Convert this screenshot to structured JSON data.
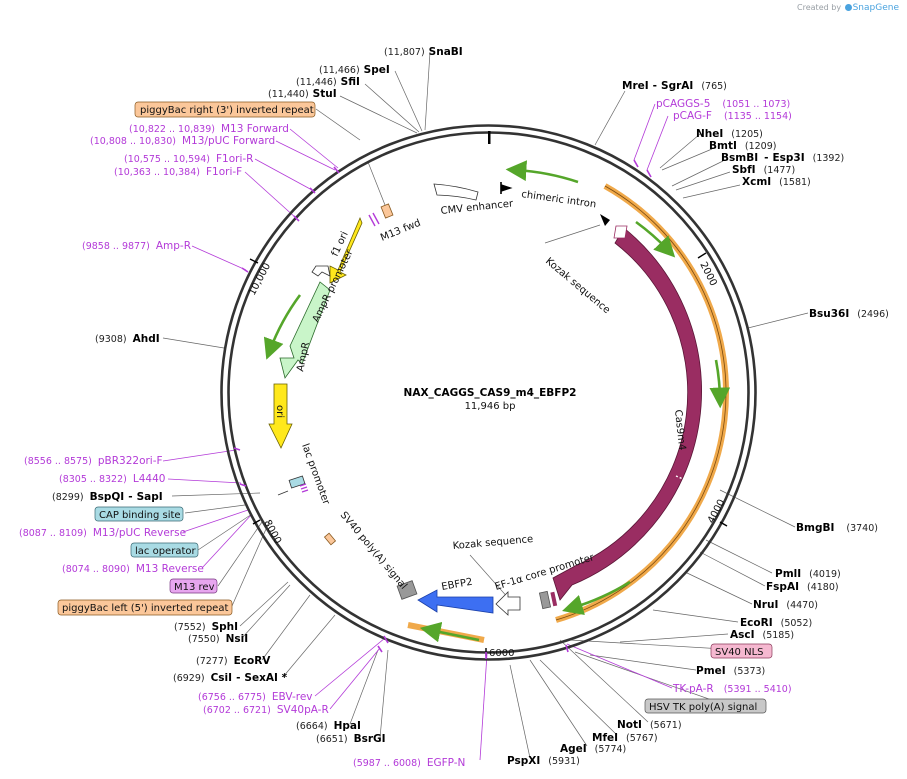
{
  "credit": {
    "prefix": "Created by",
    "brand": "SnapGene"
  },
  "plasmid": {
    "name": "NAX_CAGGS_CAS9_m4_EBFP2",
    "size": "11,946 bp"
  },
  "ticks": [
    "2000",
    "4000",
    "6000",
    "8000",
    "10,000"
  ],
  "sites": [
    {
      "name": "SnaBI",
      "coord": "(11,807)"
    },
    {
      "name": "SpeI",
      "coord": "(11,466)"
    },
    {
      "name": "SfiI",
      "coord": "(11,446)"
    },
    {
      "name": "StuI",
      "coord": "(11,440)"
    },
    {
      "name": "MreI",
      "name2": "SgrAI",
      "coord": "(765)"
    },
    {
      "name": "NheI",
      "coord": "(1205)"
    },
    {
      "name": "BmtI",
      "coord": "(1209)"
    },
    {
      "name": "BsmBI",
      "name2": "Esp3I",
      "coord": "(1392)"
    },
    {
      "name": "SbfI",
      "coord": "(1477)"
    },
    {
      "name": "XcmI",
      "coord": "(1581)"
    },
    {
      "name": "Bsu36I",
      "coord": "(2496)"
    },
    {
      "name": "AhdI",
      "coord": "(9308)"
    },
    {
      "name": "BspQI",
      "name2": "SapI",
      "coord": "(8299)"
    },
    {
      "name": "BmgBI",
      "coord": "(3740)"
    },
    {
      "name": "PmlI",
      "coord": "(4019)"
    },
    {
      "name": "FspAI",
      "coord": "(4180)"
    },
    {
      "name": "NruI",
      "coord": "(4470)"
    },
    {
      "name": "EcoRI",
      "coord": "(5052)"
    },
    {
      "name": "AscI",
      "coord": "(5185)"
    },
    {
      "name": "PmeI",
      "coord": "(5373)"
    },
    {
      "name": "NotI",
      "coord": "(5671)"
    },
    {
      "name": "MfeI",
      "coord": "(5767)"
    },
    {
      "name": "AgeI",
      "coord": "(5774)"
    },
    {
      "name": "PspXI",
      "coord": "(5931)"
    },
    {
      "name": "SphI",
      "coord": "(7552)"
    },
    {
      "name": "NsiI",
      "coord": "(7550)"
    },
    {
      "name": "EcoRV",
      "coord": "(7277)"
    },
    {
      "name": "CsiI",
      "name2": "SexAI *",
      "coord": "(6929)"
    },
    {
      "name": "HpaI",
      "coord": "(6664)"
    },
    {
      "name": "BsrGI",
      "coord": "(6651)"
    }
  ],
  "primers": [
    {
      "name": "pCAGGS-5",
      "coord": "(1051 .. 1073)"
    },
    {
      "name": "pCAG-F",
      "coord": "(1135 .. 1154)"
    },
    {
      "name": "M13 Forward",
      "coord": "(10,822 .. 10,839)"
    },
    {
      "name": "M13/pUC Forward",
      "coord": "(10,808 .. 10,830)"
    },
    {
      "name": "F1ori-R",
      "coord": "(10,575 .. 10,594)"
    },
    {
      "name": "F1ori-F",
      "coord": "(10,363 .. 10,384)"
    },
    {
      "name": "Amp-R",
      "coord": "(9858 .. 9877)"
    },
    {
      "name": "pBR322ori-F",
      "coord": "(8556 .. 8575)"
    },
    {
      "name": "L4440",
      "coord": "(8305 .. 8322)"
    },
    {
      "name": "M13/pUC Reverse",
      "coord": "(8087 .. 8109)"
    },
    {
      "name": "M13 Reverse",
      "coord": "(8074 .. 8090)"
    },
    {
      "name": "TK-pA-R",
      "coord": "(5391 .. 5410)"
    },
    {
      "name": "EBV-rev",
      "coord": "(6756 .. 6775)"
    },
    {
      "name": "SV40pA-R",
      "coord": "(6702 .. 6721)"
    },
    {
      "name": "EGFP-N",
      "coord": "(5987 .. 6008)"
    }
  ],
  "boxes": {
    "pb_right": "piggyBac right (3') inverted repeat",
    "cap": "CAP binding site",
    "lacop": "lac operator",
    "m13rev": "M13 rev",
    "pb_left": "piggyBac left (5') inverted repeat",
    "sv40nls": "SV40 NLS",
    "hsvtk": "HSV TK poly(A) signal"
  },
  "features": {
    "cmv": "CMV enhancer",
    "chimeric": "chimeric intron",
    "kozak1": "Kozak sequence",
    "m13fwd": "M13 fwd",
    "f1ori": "f1 ori",
    "ampr_prom": "AmpR promoter",
    "ampr": "AmpR",
    "ori": "ori",
    "lacprom": "lac promoter",
    "sv40pa": "SV40 poly(A) signal",
    "cas9": "Cas9m4",
    "kozak2": "Kozak sequence",
    "ef1a": "EF-1α core promoter",
    "ebfp2": "EBFP2"
  },
  "colors": {
    "cas9": "#9a2d62",
    "ebfp2": "#3d6ff2",
    "yellow": "#ffe81c",
    "ampr": "#c9f5c9",
    "orange": "#f0a94a",
    "green": "#55a62a",
    "primer": "#b33ad8",
    "pb_box": "#fbc79a",
    "cap_box": "#a9dbe4",
    "m13_box": "#e7a6ef",
    "nls_box": "#f5b8d0",
    "tk_box": "#c8c8c8"
  }
}
